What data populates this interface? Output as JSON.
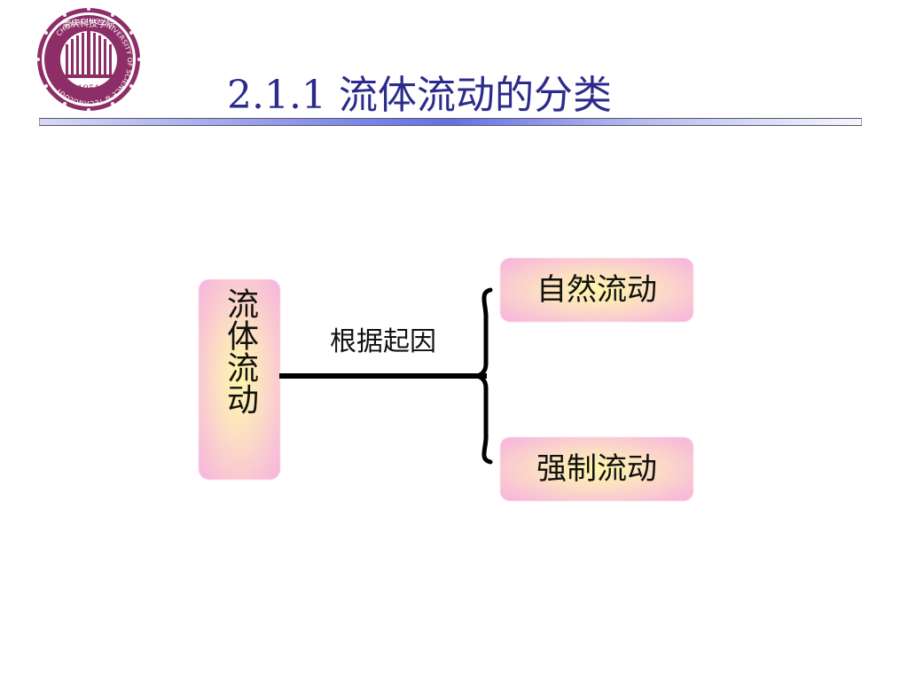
{
  "slide": {
    "title": "2.1.1 流体流动的分类"
  },
  "logo": {
    "year": "1951",
    "ring_text": "CHONGQING UNIVERSITY OF SCIENCE & TECHNOLOGY",
    "top_text": "重庆科技学院"
  },
  "diagram": {
    "root": "流体流动",
    "criterion": "根据起因",
    "branches": [
      {
        "label": "自然流动"
      },
      {
        "label": "强制流动"
      }
    ]
  },
  "colors": {
    "title": "#2b2b8c",
    "logo_purple": "#8d2e67",
    "box_pink": "#f7b8dc",
    "box_glow": "#fff7a8",
    "line": "#000000"
  }
}
